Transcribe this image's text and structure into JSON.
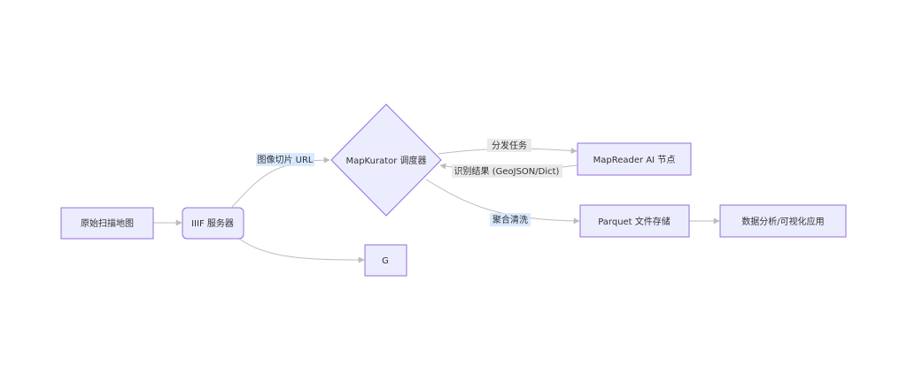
{
  "diagram": {
    "nodes": {
      "raw_map": "原始扫描地图",
      "iiif_server": "IIIF 服务器",
      "mapkurator": "MapKurator 调度器",
      "g": "G",
      "mapreader": "MapReader AI 节点",
      "parquet": "Parquet 文件存储",
      "analysis": "数据分析/可视化应用"
    },
    "edges": {
      "tile_url": "图像切片 URL",
      "dispatch": "分发任务",
      "results": "识别结果 (GeoJSON/Dict)",
      "aggregate": "聚合清洗"
    }
  },
  "colors": {
    "node_fill": "#ECECFF",
    "node_stroke": "#9370DB",
    "edge": "#bdbdbd",
    "label_bg": "#e8e8e8",
    "label_highlight": "#cfe3ff",
    "text": "#333333"
  }
}
